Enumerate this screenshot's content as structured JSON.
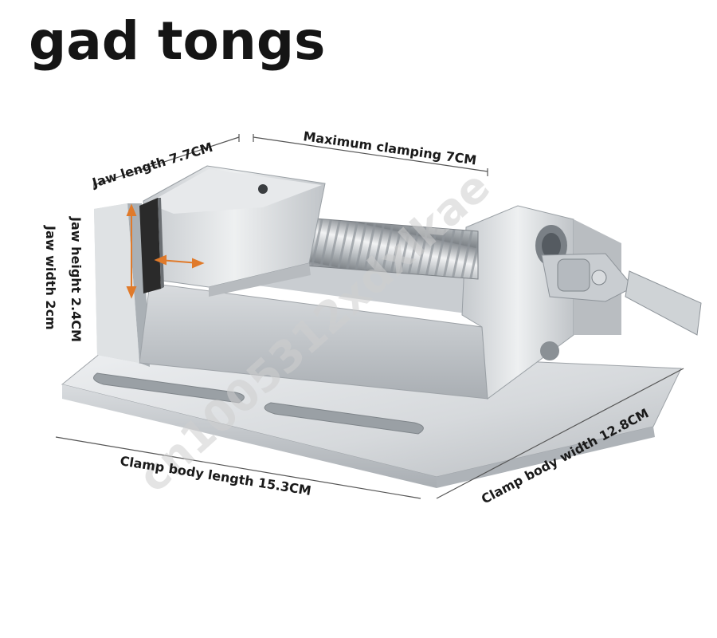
{
  "title": "gad tongs",
  "dimensions": {
    "jaw_length": "Jaw length 7.7CM",
    "max_clamping": "Maximum clamping 7CM",
    "jaw_height": "Jaw height 2.4CM",
    "jaw_width": "Jaw width 2cm",
    "body_length": "Clamp body length 15.3CM",
    "body_width": "Clamp body width 12.8CM"
  },
  "watermark": "cn1005312xdxlkae",
  "colors": {
    "metal_light": "#e2e4e6",
    "metal_mid": "#bfc3c7",
    "metal_dark": "#8e949a",
    "jaw_pad": "#2a2a2a",
    "arrow_accent": "#e07a2a",
    "line": "#555555"
  }
}
